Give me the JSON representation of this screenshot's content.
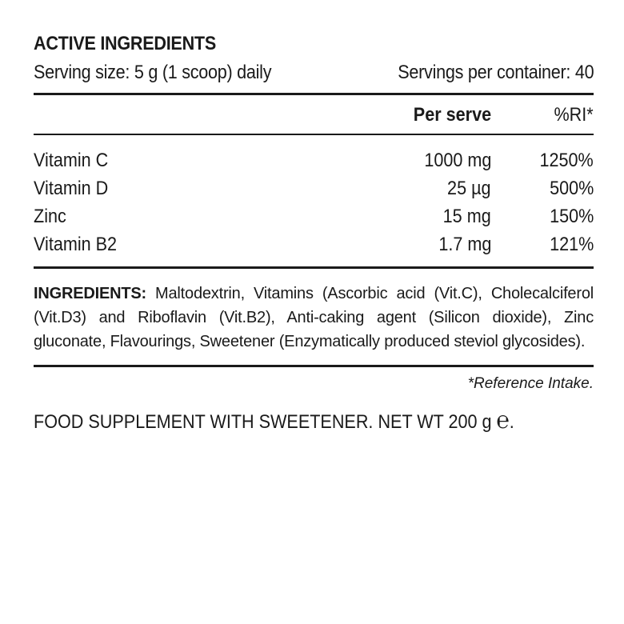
{
  "header": {
    "title": "ACTIVE INGREDIENTS",
    "serving_size": "Serving size: 5 g (1 scoop) daily",
    "servings_per_container": "Servings per container: 40"
  },
  "table": {
    "col_per_serve": "Per serve",
    "col_ri": "%RI*",
    "rows": [
      {
        "name": "Vitamin C",
        "amount": "1000 mg",
        "ri": "1250%"
      },
      {
        "name": "Vitamin D",
        "amount": "25 µg",
        "ri": "500%"
      },
      {
        "name": "Zinc",
        "amount": "15 mg",
        "ri": "150%"
      },
      {
        "name": "Vitamin B2",
        "amount": "1.7 mg",
        "ri": "121%"
      }
    ]
  },
  "ingredients": {
    "label": "INGREDIENTS:",
    "text": " Maltodextrin, Vitamins (Ascorbic acid (Vit.C), Cholecalciferol (Vit.D3) and Riboflavin (Vit.B2), Anti-caking agent (Silicon dioxide), Zinc gluconate, Flavourings, Sweetener (Enzymatically produced steviol glycosides)."
  },
  "reference_note": "*Reference Intake.",
  "footer": {
    "text": "FOOD SUPPLEMENT WITH SWEETENER. NET WT 200 g ",
    "estimated_sign": "℮",
    "end": "."
  }
}
